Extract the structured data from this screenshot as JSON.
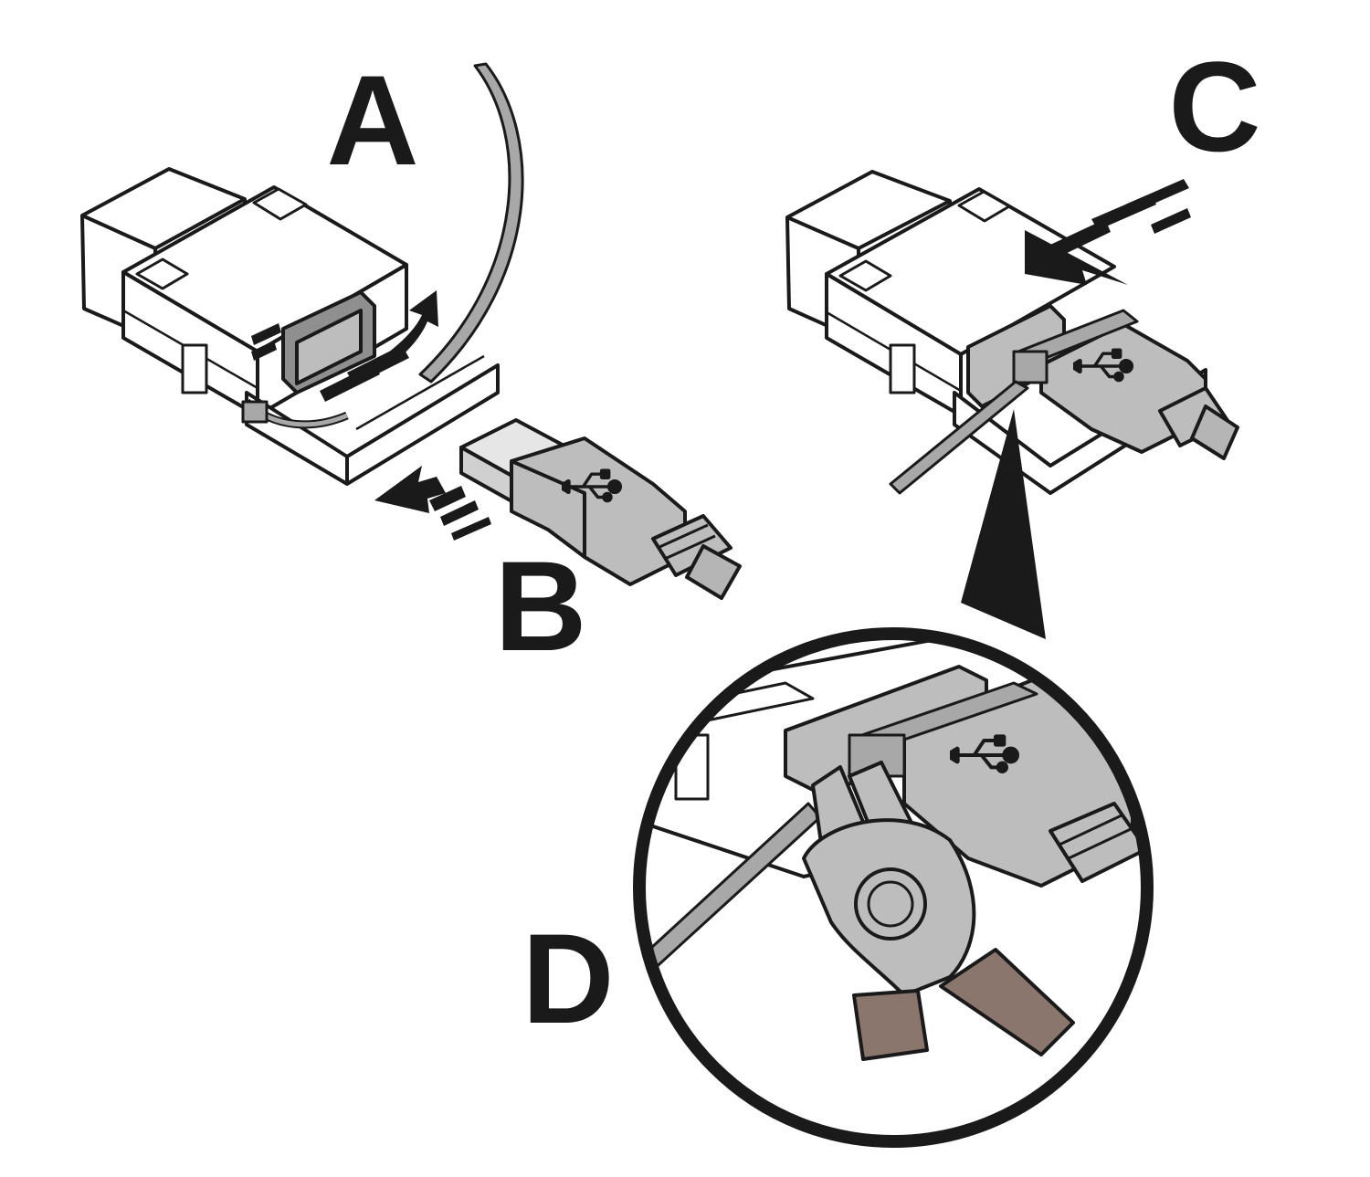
{
  "labels": {
    "step_a": "A",
    "step_b": "B",
    "step_c": "C",
    "step_d": "D"
  },
  "colors": {
    "ink": "#1a1a1a",
    "housing": "#ffffff",
    "plug_gray": "#bdbdbd",
    "cable_gray": "#b5b5b5",
    "tie_gray": "#a8a8a8",
    "handle_brown": "#8a766d"
  },
  "icons": {
    "usb_logo": "usb-icon",
    "insert_arrow": "arrow-icon",
    "cutter": "side-cutter-icon"
  }
}
